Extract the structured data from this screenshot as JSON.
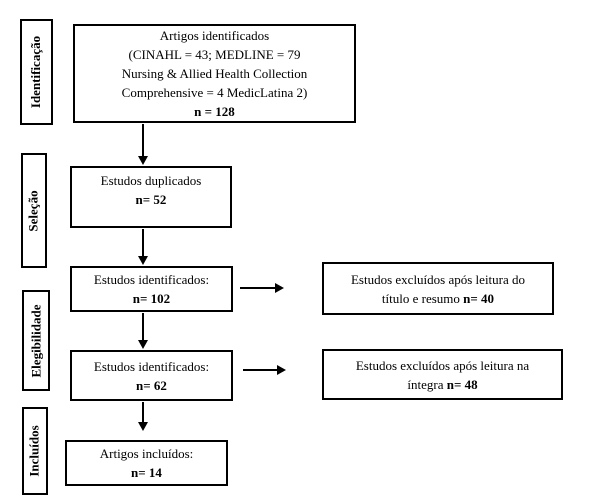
{
  "diagram": {
    "title": "PRISMA-style study selection flow diagram (Portuguese)",
    "colors": {
      "border": "#000000",
      "text": "#000000",
      "background": "#ffffff"
    },
    "stages": [
      {
        "label": "Identificação"
      },
      {
        "label": "Seleção"
      },
      {
        "label": "Elegibilidade"
      },
      {
        "label": "Incluídos"
      }
    ],
    "flow_boxes": [
      {
        "lines": [
          "Artigos identificados",
          "(CINAHL = 43; MEDLINE = 79",
          "Nursing & Allied Health Collection",
          "Comprehensive = 4 MedicLatina 2)"
        ],
        "count": "n = 128"
      },
      {
        "lines": [
          "Estudos duplicados"
        ],
        "count": "n= 52"
      },
      {
        "lines": [
          "Estudos identificados:"
        ],
        "count": "n= 102"
      },
      {
        "lines": [
          "Estudos identificados:"
        ],
        "count": "n= 62"
      },
      {
        "lines": [
          "Artigos incluídos:"
        ],
        "count": "n= 14"
      }
    ],
    "exclusion_boxes": [
      {
        "line1": "Estudos excluídos após leitura do",
        "line2": "título e resumo ",
        "count": "n= 40"
      },
      {
        "line1": "Estudos excluídos após leitura na",
        "line2": "íntegra ",
        "count": "n= 48"
      }
    ]
  }
}
